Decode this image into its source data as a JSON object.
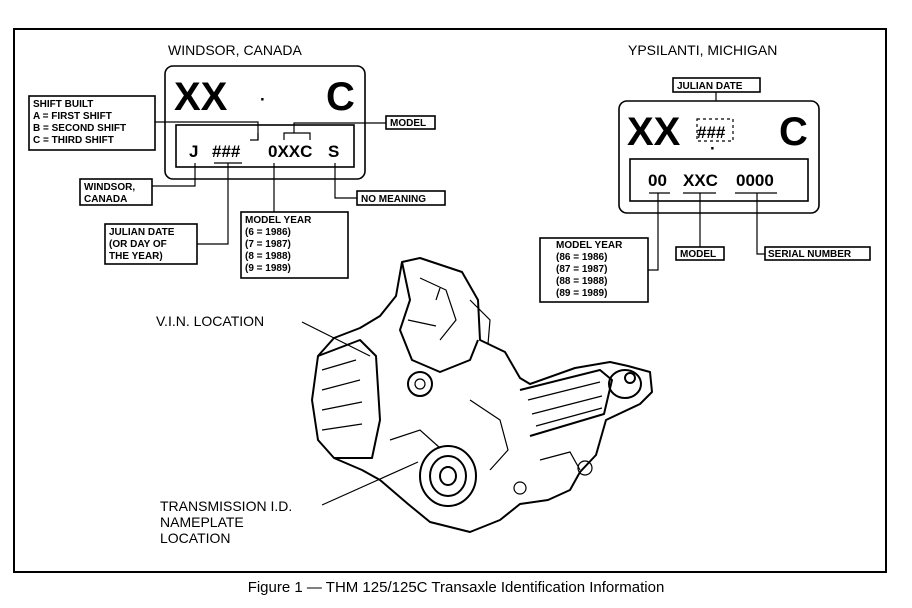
{
  "windsor": {
    "title": "WINDSOR, CANADA",
    "plate_top_left": "XX",
    "plate_top_dot": "·",
    "plate_top_right": "C",
    "plate_j": "J",
    "plate_julian": "###",
    "plate_model": "0XXC",
    "plate_s": "S",
    "shift_built": [
      "SHIFT BUILT",
      "A  =  FIRST SHIFT",
      "B  =  SECOND SHIFT",
      "C  =  THIRD SHIFT"
    ],
    "model_label": "MODEL",
    "windsor_label": [
      "WINDSOR,",
      "CANADA"
    ],
    "no_meaning": "NO MEANING",
    "julian_label": [
      "JULIAN DATE",
      "(OR DAY OF",
      "THE YEAR)"
    ],
    "model_year": [
      "MODEL YEAR",
      "(6  =  1986)",
      "(7  =  1987)",
      "(8  =  1988)",
      "(9  =  1989)"
    ]
  },
  "ypsilanti": {
    "title": "YPSILANTI, MICHIGAN",
    "julian_label": "JULIAN DATE",
    "plate_top_left": "XX",
    "plate_hash": "###",
    "plate_dot": "·",
    "plate_top_right": "C",
    "plate_year": "00",
    "plate_model": "XXC",
    "plate_serial": "0000",
    "model_year": [
      "MODEL YEAR",
      "(86  =  1986)",
      "(87  =  1987)",
      "(88  =  1988)",
      "(89  =  1989)"
    ],
    "model_label": "MODEL",
    "serial_label": "SERIAL NUMBER"
  },
  "transaxle": {
    "vin_label": "V.I.N. LOCATION",
    "nameplate_label": [
      "TRANSMISSION I.D.",
      "NAMEPLATE",
      "LOCATION"
    ]
  },
  "caption": "Figure 1  —  THM 125/125C Transaxle Identification Information"
}
